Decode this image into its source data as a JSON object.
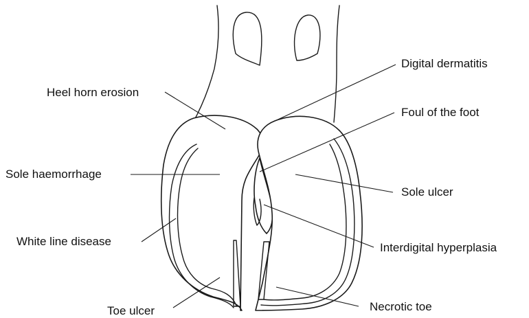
{
  "labels": {
    "digital_dermatitis": "Digital dermatitis",
    "heel_horn_erosion": "Heel horn erosion",
    "foul_of_the_foot": "Foul of the foot",
    "sole_haemorrhage": "Sole haemorrhage",
    "sole_ulcer": "Sole ulcer",
    "white_line_disease": "White line disease",
    "interdigital_hyperplasia": "Interdigital hyperplasia",
    "toe_ulcer": "Toe ulcer",
    "necrotic_toe": "Necrotic toe"
  }
}
